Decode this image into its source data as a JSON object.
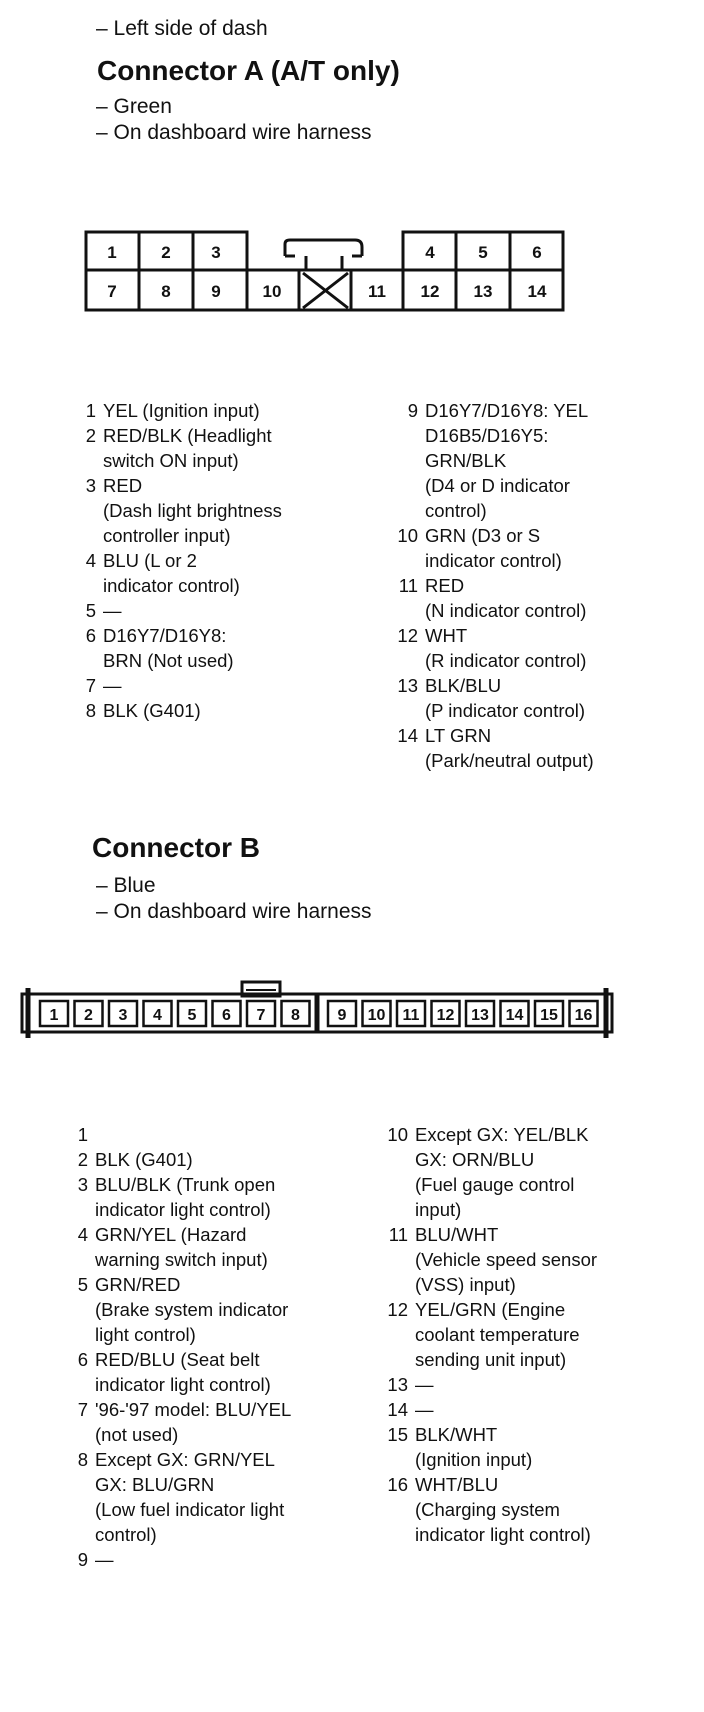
{
  "location_note": "– Left side of dash",
  "connector_a": {
    "title": "Connector A (A/T only)",
    "notes": [
      "– Green",
      "– On dashboard wire harness"
    ],
    "cavities": [
      "1",
      "2",
      "3",
      "4",
      "5",
      "6",
      "7",
      "8",
      "9",
      "10",
      "11",
      "12",
      "13",
      "14"
    ],
    "pins": [
      {
        "num": "1",
        "lines": [
          "YEL (Ignition input)"
        ]
      },
      {
        "num": "2",
        "lines": [
          "RED/BLK (Headlight",
          "switch ON input)"
        ]
      },
      {
        "num": "3",
        "lines": [
          "RED",
          "(Dash light brightness",
          "controller input)"
        ]
      },
      {
        "num": "4",
        "lines": [
          "BLU (L or 2",
          "indicator control)"
        ]
      },
      {
        "num": "5",
        "lines": [
          "—"
        ]
      },
      {
        "num": "6",
        "lines": [
          "D16Y7/D16Y8:",
          "BRN (Not used)"
        ]
      },
      {
        "num": "7",
        "lines": [
          "—"
        ]
      },
      {
        "num": "8",
        "lines": [
          "BLK (G401)"
        ]
      },
      {
        "num": "9",
        "lines": [
          "D16Y7/D16Y8: YEL",
          "D16B5/D16Y5:",
          "GRN/BLK",
          "(D4 or D indicator",
          "control)"
        ]
      },
      {
        "num": "10",
        "lines": [
          "GRN (D3 or S",
          "indicator control)"
        ]
      },
      {
        "num": "11",
        "lines": [
          "RED",
          "(N indicator control)"
        ]
      },
      {
        "num": "12",
        "lines": [
          "WHT",
          "(R indicator control)"
        ]
      },
      {
        "num": "13",
        "lines": [
          "BLK/BLU",
          "(P indicator control)"
        ]
      },
      {
        "num": "14",
        "lines": [
          "LT GRN",
          "(Park/neutral output)"
        ]
      }
    ]
  },
  "connector_b": {
    "title": "Connector B",
    "notes": [
      "– Blue",
      "– On dashboard wire harness"
    ],
    "cavities": [
      "1",
      "2",
      "3",
      "4",
      "5",
      "6",
      "7",
      "8",
      "9",
      "10",
      "11",
      "12",
      "13",
      "14",
      "15",
      "16"
    ],
    "pins": [
      {
        "num": "1",
        "lines": [
          ""
        ]
      },
      {
        "num": "2",
        "lines": [
          "BLK (G401)"
        ]
      },
      {
        "num": "3",
        "lines": [
          "BLU/BLK (Trunk open",
          "indicator light control)"
        ]
      },
      {
        "num": "4",
        "lines": [
          "GRN/YEL (Hazard",
          "warning switch input)"
        ]
      },
      {
        "num": "5",
        "lines": [
          "GRN/RED",
          "(Brake system indicator",
          "light control)"
        ]
      },
      {
        "num": "6",
        "lines": [
          "RED/BLU (Seat belt",
          "indicator light control)"
        ]
      },
      {
        "num": "7",
        "lines": [
          "'96-'97 model: BLU/YEL",
          "(not used)"
        ]
      },
      {
        "num": "8",
        "lines": [
          "Except GX: GRN/YEL",
          "GX: BLU/GRN",
          "(Low fuel indicator light",
          "control)"
        ]
      },
      {
        "num": "9",
        "lines": [
          "—"
        ]
      },
      {
        "num": "10",
        "lines": [
          "Except GX: YEL/BLK",
          "GX: ORN/BLU",
          "(Fuel gauge control",
          "input)"
        ]
      },
      {
        "num": "11",
        "lines": [
          "BLU/WHT",
          "(Vehicle speed sensor",
          "(VSS) input)"
        ]
      },
      {
        "num": "12",
        "lines": [
          "YEL/GRN (Engine",
          "coolant temperature",
          "sending unit input)"
        ]
      },
      {
        "num": "13",
        "lines": [
          "—"
        ]
      },
      {
        "num": "14",
        "lines": [
          "—"
        ]
      },
      {
        "num": "15",
        "lines": [
          "BLK/WHT",
          "(Ignition input)"
        ]
      },
      {
        "num": "16",
        "lines": [
          "WHT/BLU",
          "(Charging system",
          "indicator light control)"
        ]
      }
    ]
  }
}
